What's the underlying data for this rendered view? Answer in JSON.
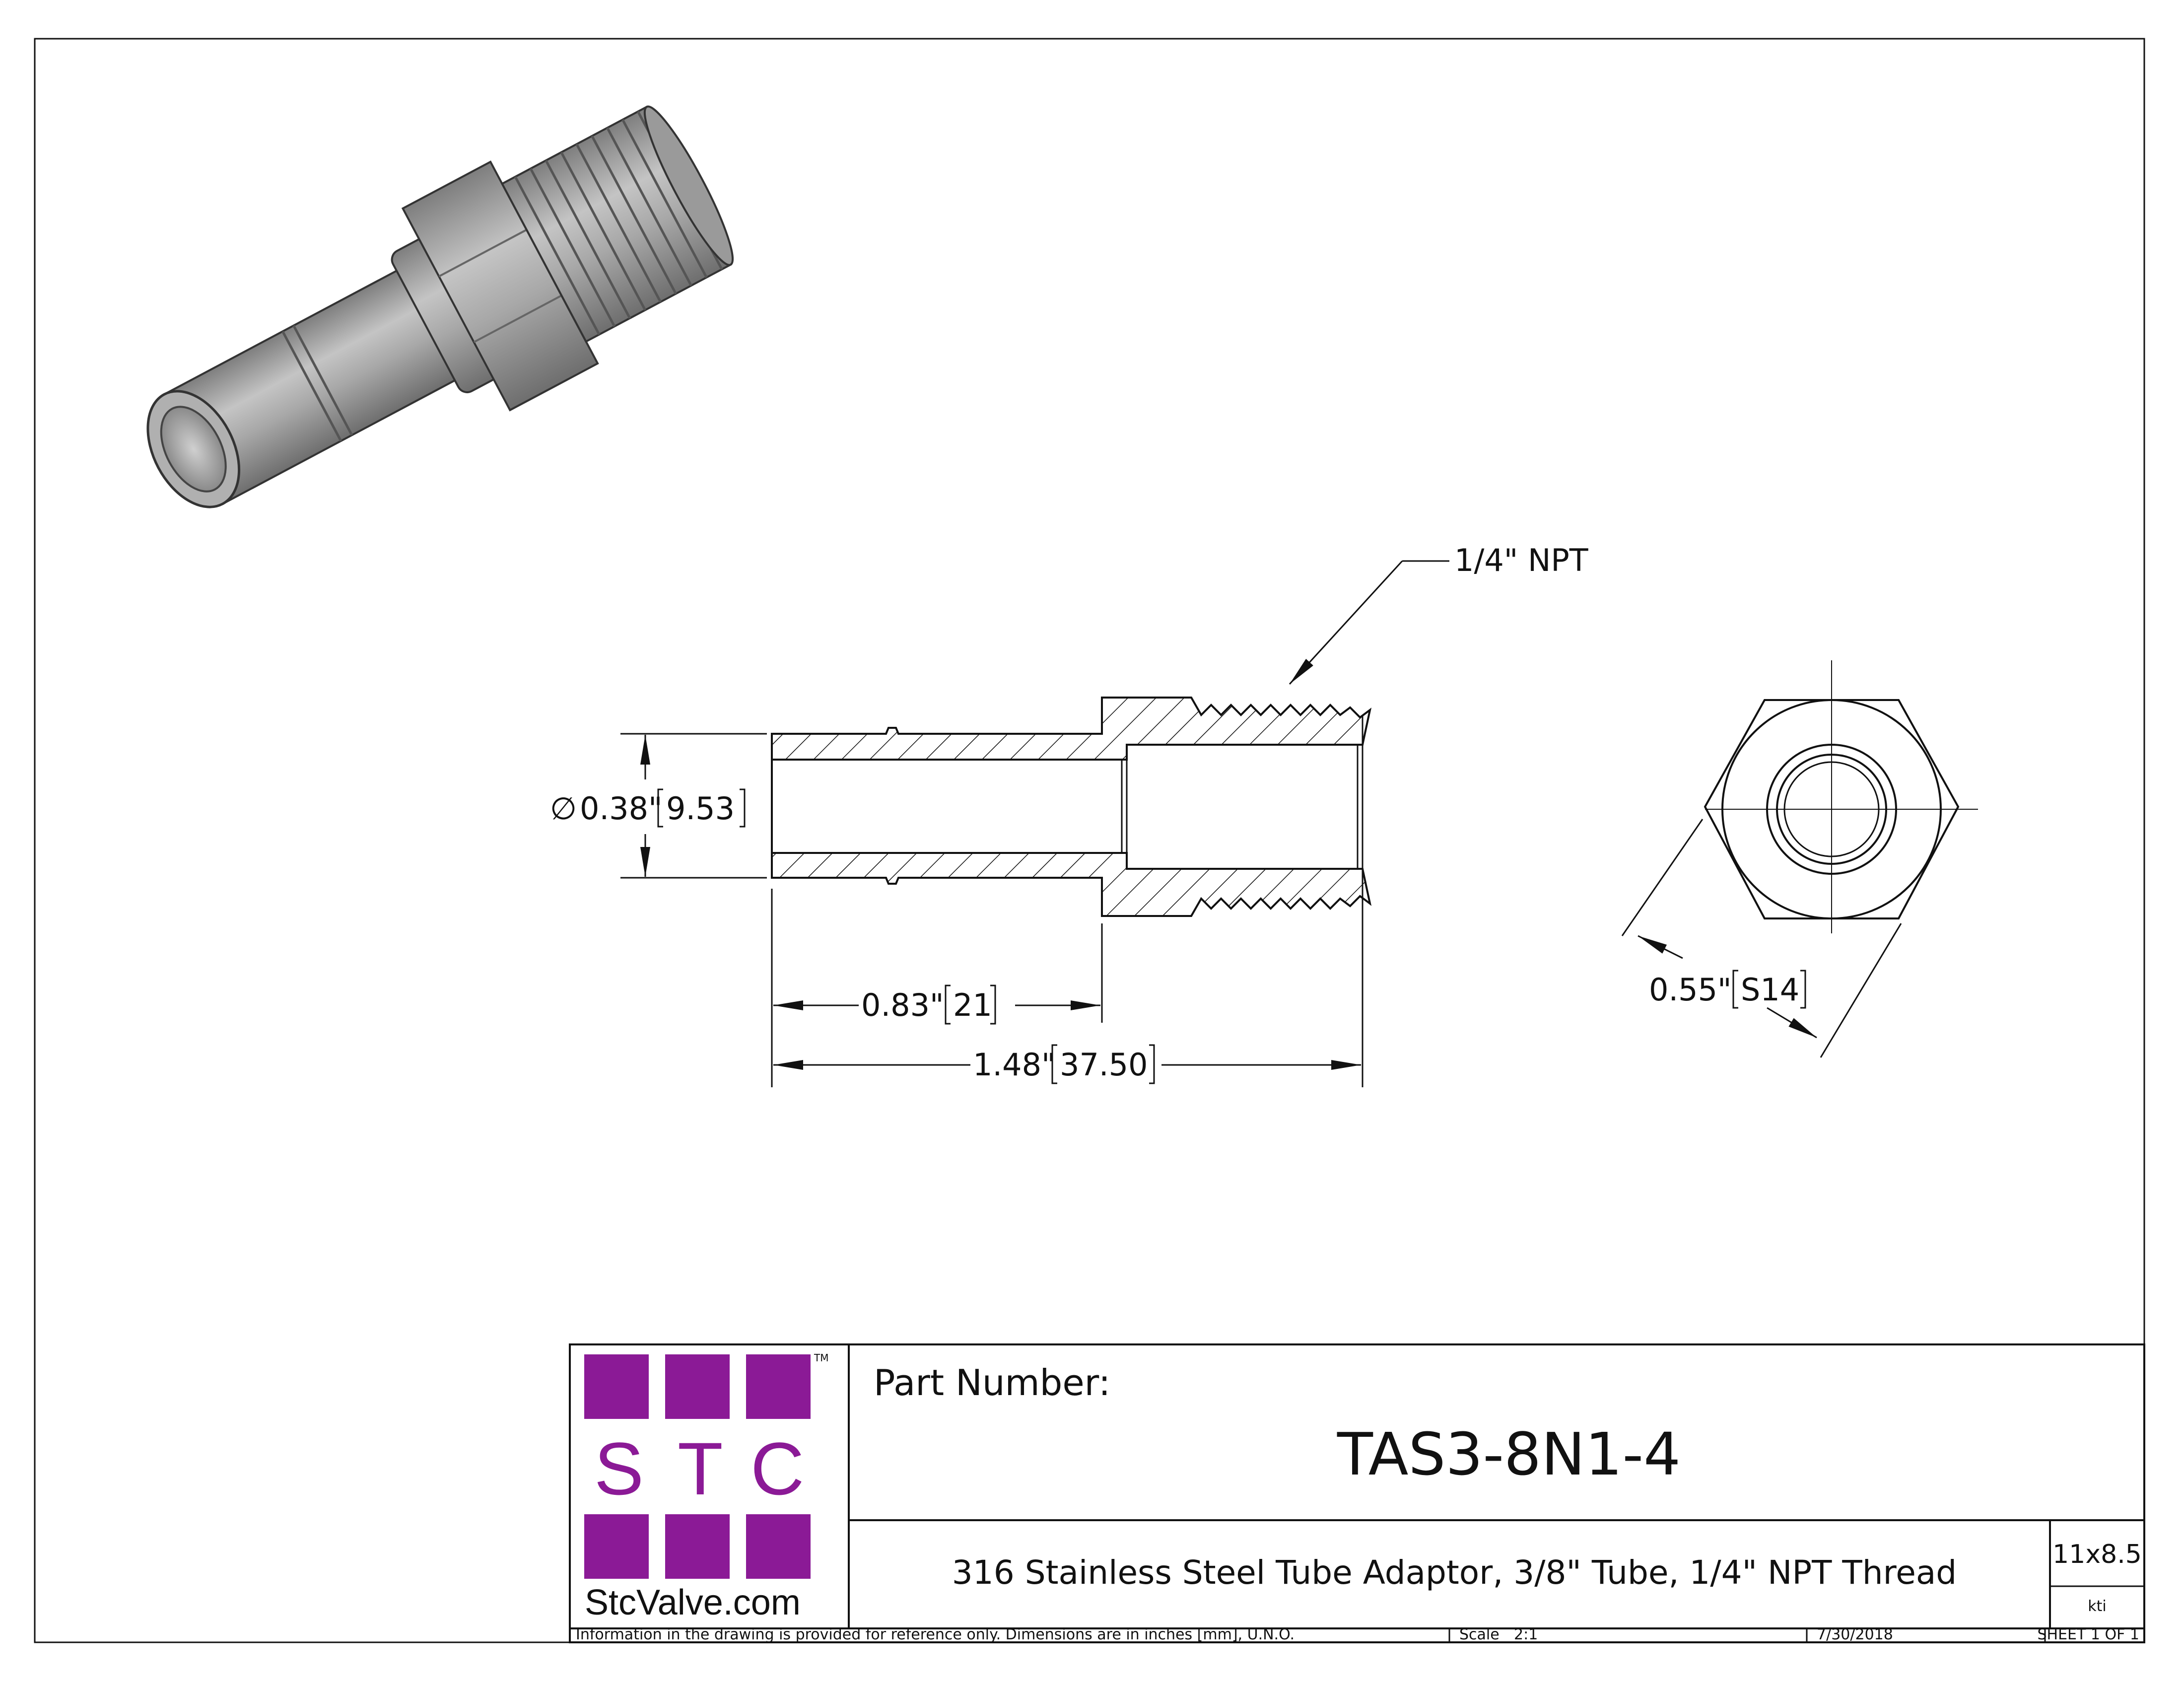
{
  "colors": {
    "brand_purple": "#8b1a96",
    "line": "#111111",
    "part_fill": "#9a9a9a"
  },
  "callouts": {
    "thread": "1/4\" NPT",
    "dia_symbol": "∅",
    "dia_in": "0.38\"",
    "dia_mm": "9.53",
    "len_short_in": "0.83\"",
    "len_short_mm": "21",
    "len_total_in": "1.48\"",
    "len_total_mm": "37.50",
    "hex_in": "0.55\"",
    "hex_mm": "S14"
  },
  "logo": {
    "letters": [
      "S",
      "T",
      "C"
    ],
    "trademark": "TM",
    "site": "StcValve.com"
  },
  "title_block": {
    "part_number_label": "Part Number:",
    "part_number": "TAS3-8N1-4",
    "description": "316 Stainless Steel Tube Adaptor, 3/8\" Tube, 1/4\" NPT Thread",
    "size": "11x8.5",
    "drawn_by": "kti",
    "disclaimer": "Information in the drawing is provided for reference only. Dimensions are in inches [mm], U.N.O.",
    "scale_label": "Scale",
    "scale_value": "2:1",
    "date": "7/30/2018",
    "sheet": "SHEET 1 OF 1"
  }
}
